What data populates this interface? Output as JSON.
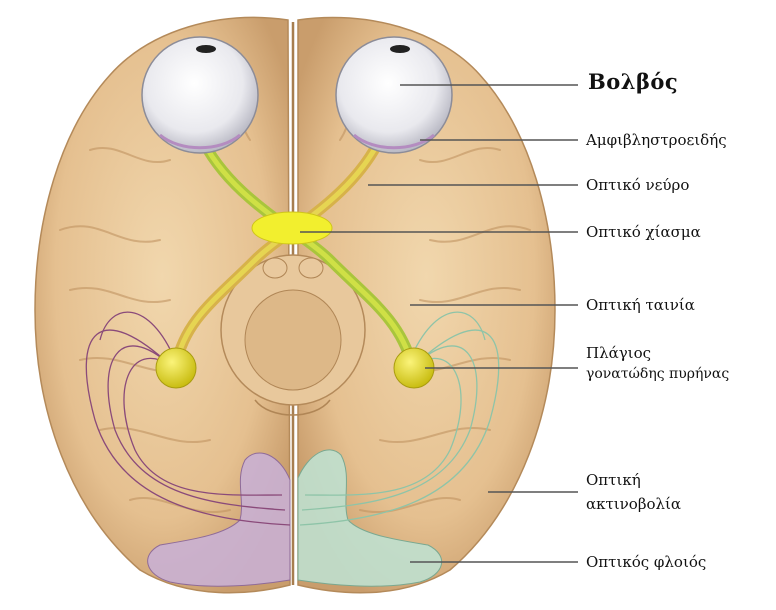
{
  "labels": {
    "eyeball": "Βολβός",
    "retina": "Αμφιβληστροειδής",
    "optic_nerve": "Οπτικό νεύρο",
    "optic_chiasm": "Οπτικό χίασμα",
    "optic_tract": "Οπτική ταινία",
    "lgn_line1": "Πλάγιος",
    "lgn_line2": "γονατώδης πυρήνας",
    "radiation_line1": "Οπτική",
    "radiation_line2": "ακτινοβολία",
    "visual_cortex": "Οπτικός φλοιός"
  },
  "colors": {
    "brain": "#e9c79a",
    "brain_shadow": "#c9a070",
    "fold_line": "#b88d5c",
    "eyeball": "#ffffff",
    "optic_pathway_yellow": "#d8e238",
    "optic_pathway_green": "#a7c53b",
    "chiasm": "#f2ef2e",
    "lgn": "#e7de1d",
    "left_cortex": "#c7aed1",
    "right_cortex": "#b9dbc9",
    "left_radiation": "#8a4a7a",
    "right_radiation": "#8ec4a8",
    "leader_line": "#555555"
  }
}
